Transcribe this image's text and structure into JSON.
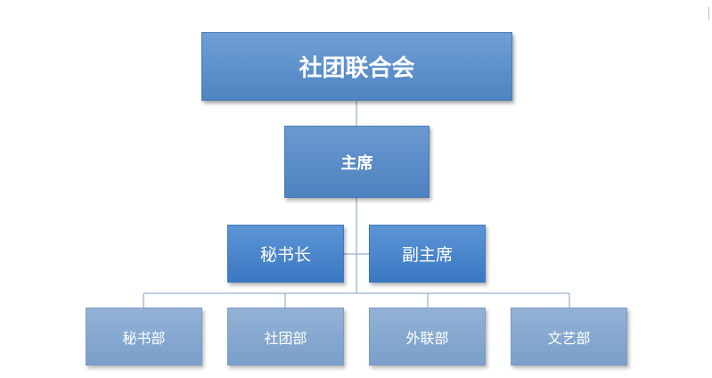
{
  "diagram": {
    "root": {
      "label": "社团联合会"
    },
    "chair": {
      "label": "主席"
    },
    "assistants": [
      {
        "label": "秘书长"
      },
      {
        "label": "副主席"
      }
    ],
    "departments": [
      {
        "label": "秘书部"
      },
      {
        "label": "社团部"
      },
      {
        "label": "外联部"
      },
      {
        "label": "文艺部"
      }
    ]
  },
  "colors": {
    "connector": "#a9bdd7",
    "root_fill": "#5b8fcb",
    "mid_fill": "#4a86cc",
    "dept_fill": "#89a9d0",
    "text": "#ffffff"
  }
}
